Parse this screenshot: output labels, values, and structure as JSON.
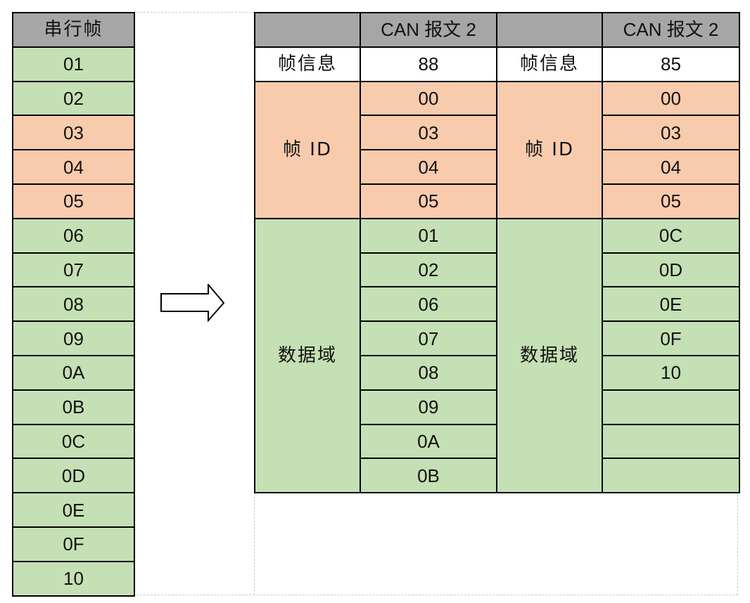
{
  "serial_table": {
    "header": "串行帧",
    "rows": [
      {
        "value": "01",
        "kind": "data"
      },
      {
        "value": "02",
        "kind": "data"
      },
      {
        "value": "03",
        "kind": "id"
      },
      {
        "value": "04",
        "kind": "id"
      },
      {
        "value": "05",
        "kind": "id"
      },
      {
        "value": "06",
        "kind": "data"
      },
      {
        "value": "07",
        "kind": "data"
      },
      {
        "value": "08",
        "kind": "data"
      },
      {
        "value": "09",
        "kind": "data"
      },
      {
        "value": "0A",
        "kind": "data"
      },
      {
        "value": "0B",
        "kind": "data"
      },
      {
        "value": "0C",
        "kind": "data"
      },
      {
        "value": "0D",
        "kind": "data"
      },
      {
        "value": "0E",
        "kind": "data"
      },
      {
        "value": "0F",
        "kind": "data"
      },
      {
        "value": "10",
        "kind": "data"
      }
    ]
  },
  "arrow": {
    "icon": "right-arrow-icon",
    "direction": "right"
  },
  "can_table": {
    "frames": [
      {
        "header": "CAN 报文 2",
        "frame_info_label": "帧信息",
        "frame_info_value": "88",
        "frame_id_label": "帧 ID",
        "frame_id": [
          "00",
          "03",
          "04",
          "05"
        ],
        "data_label": "数据域",
        "data": [
          "01",
          "02",
          "06",
          "07",
          "08",
          "09",
          "0A",
          "0B"
        ]
      },
      {
        "header": "CAN 报文 2",
        "frame_info_label": "帧信息",
        "frame_info_value": "85",
        "frame_id_label": "帧 ID",
        "frame_id": [
          "00",
          "03",
          "04",
          "05"
        ],
        "data_label": "数据域",
        "data": [
          "0C",
          "0D",
          "0E",
          "0F",
          "10",
          "",
          "",
          ""
        ]
      }
    ]
  },
  "colors": {
    "header_gray": "#a6a6a6",
    "data_green": "#c5e0b4",
    "id_orange": "#f8cbad",
    "border": "#000000"
  }
}
